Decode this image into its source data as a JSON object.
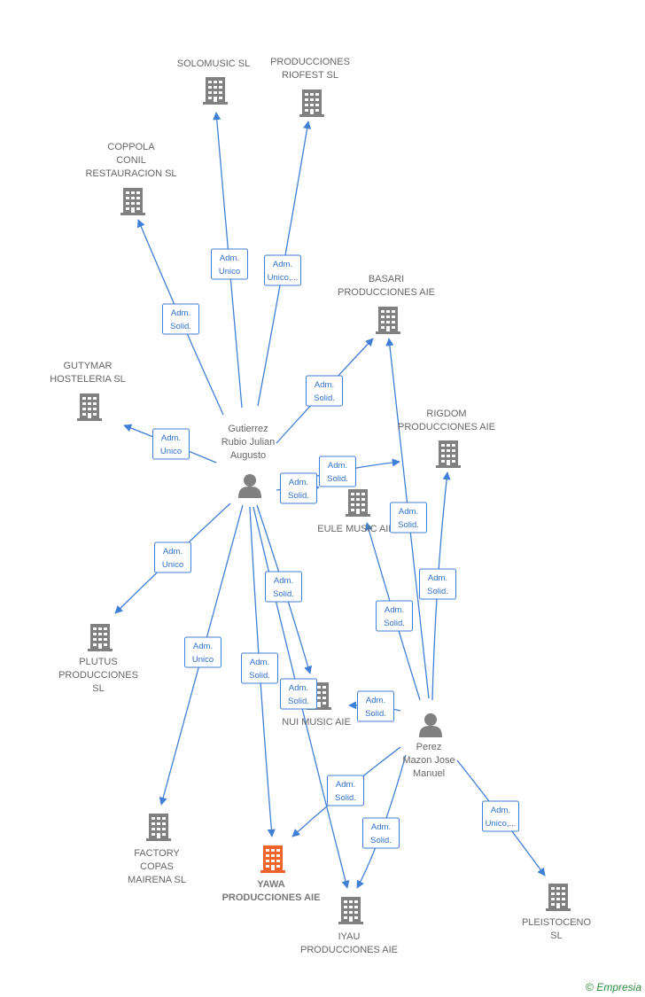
{
  "colors": {
    "edge": "#3f7fd6",
    "building": "#808080",
    "building_main": "#f0632a",
    "person": "#808080",
    "label": "#666666"
  },
  "nodes": [
    {
      "id": "solomusic",
      "kind": "company",
      "label": [
        "SOLOMUSIC  SL"
      ]
    },
    {
      "id": "riofest",
      "kind": "company",
      "label": [
        "PRODUCCIONES",
        "RIOFEST  SL"
      ]
    },
    {
      "id": "coppola",
      "kind": "company",
      "label": [
        "COPPOLA",
        "CONIL",
        "RESTAURACION SL"
      ]
    },
    {
      "id": "basari",
      "kind": "company",
      "label": [
        "BASARI",
        "PRODUCCIONES AIE"
      ]
    },
    {
      "id": "gutymar",
      "kind": "company",
      "label": [
        "GUTYMAR",
        "HOSTELERIA SL"
      ]
    },
    {
      "id": "rigdom",
      "kind": "company",
      "label": [
        "RIGDOM",
        "PRODUCCIONES AIE"
      ]
    },
    {
      "id": "eule",
      "kind": "company",
      "label": [
        "EULE MUSIC AIE"
      ]
    },
    {
      "id": "gutierrez",
      "kind": "person",
      "label": [
        "Gutierrez",
        "Rubio Julian",
        "Augusto"
      ]
    },
    {
      "id": "plutus",
      "kind": "company",
      "label": [
        "PLUTUS",
        "PRODUCCIONES",
        "SL"
      ]
    },
    {
      "id": "nui",
      "kind": "company",
      "label": [
        "NUI MUSIC AIE"
      ]
    },
    {
      "id": "perez",
      "kind": "person",
      "label": [
        "Perez",
        "Mazon Jose",
        "Manuel"
      ]
    },
    {
      "id": "factory",
      "kind": "company",
      "label": [
        "FACTORY",
        "COPAS",
        "MAIRENA SL"
      ]
    },
    {
      "id": "yawa",
      "kind": "company_main",
      "label": [
        "YAWA",
        "PRODUCCIONES AIE"
      ]
    },
    {
      "id": "iyau",
      "kind": "company",
      "label": [
        "IYAU",
        "PRODUCCIONES AIE"
      ]
    },
    {
      "id": "pleistoceno",
      "kind": "company",
      "label": [
        "PLEISTOCENO",
        "SL"
      ]
    }
  ],
  "edges": [
    {
      "from": "gutierrez",
      "to": "solomusic",
      "label": [
        "Adm.",
        "Unico"
      ]
    },
    {
      "from": "gutierrez",
      "to": "riofest",
      "label": [
        "Adm.",
        "Unico,..."
      ]
    },
    {
      "from": "gutierrez",
      "to": "coppola",
      "label": [
        "Adm.",
        "Solid."
      ]
    },
    {
      "from": "gutierrez",
      "to": "basari",
      "label": [
        "Adm.",
        "Solid."
      ]
    },
    {
      "from": "gutierrez",
      "to": "gutymar",
      "label": [
        "Adm.",
        "Unico"
      ]
    },
    {
      "from": "gutierrez",
      "to": "rigdom",
      "label": [
        "Adm.",
        "Solid."
      ]
    },
    {
      "from": "gutierrez",
      "to": "eule",
      "label": [
        "Adm.",
        "Solid."
      ]
    },
    {
      "from": "gutierrez",
      "to": "plutus",
      "label": [
        "Adm.",
        "Unico"
      ]
    },
    {
      "from": "gutierrez",
      "to": "nui",
      "label": [
        "Adm.",
        "Solid."
      ]
    },
    {
      "from": "gutierrez",
      "to": "factory",
      "label": [
        "Adm.",
        "Unico"
      ]
    },
    {
      "from": "gutierrez",
      "to": "yawa",
      "label": [
        "Adm.",
        "Solid."
      ]
    },
    {
      "from": "gutierrez",
      "to": "iyau",
      "label": [
        "Adm.",
        "Solid."
      ]
    },
    {
      "from": "perez",
      "to": "basari",
      "label": [
        "Adm.",
        "Solid."
      ]
    },
    {
      "from": "perez",
      "to": "rigdom",
      "label": [
        "Adm.",
        "Solid."
      ]
    },
    {
      "from": "perez",
      "to": "eule",
      "label": [
        "Adm.",
        "Solid."
      ]
    },
    {
      "from": "perez",
      "to": "nui",
      "label": [
        "Adm.",
        "Solid."
      ]
    },
    {
      "from": "perez",
      "to": "yawa",
      "label": [
        "Adm.",
        "Solid."
      ]
    },
    {
      "from": "perez",
      "to": "iyau",
      "label": [
        "Adm.",
        "Solid."
      ]
    },
    {
      "from": "perez",
      "to": "pleistoceno",
      "label": [
        "Adm.",
        "Unico,..."
      ]
    }
  ],
  "footer": {
    "copyright": "©",
    "brand": "Empresia"
  }
}
